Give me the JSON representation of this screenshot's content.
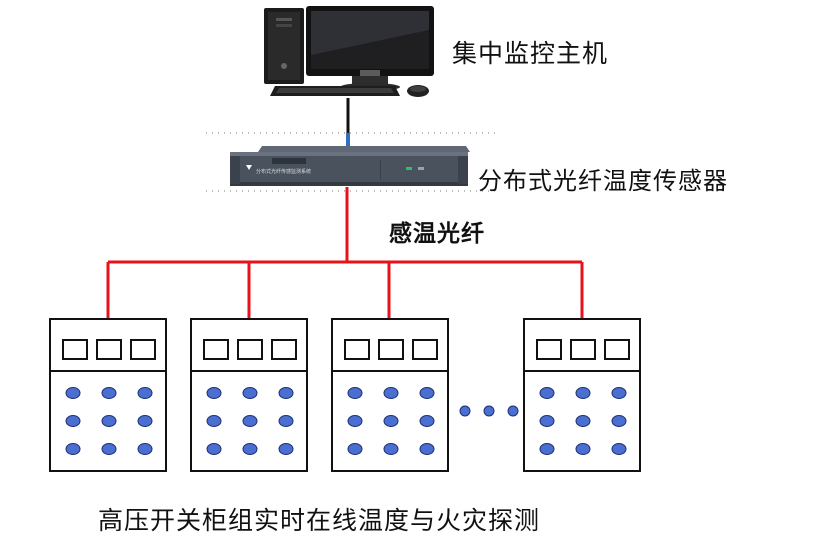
{
  "labels": {
    "host": "集中监控主机",
    "sensor": "分布式光纤温度传感器",
    "fiber": "感温光纤",
    "caption": "高压开关柜组实时在线温度与火灾探测"
  },
  "device": {
    "panel_text": "分布式光纤传感监测系统"
  },
  "cabinets": [
    {
      "id": 1
    },
    {
      "id": 2
    },
    {
      "id": 3
    },
    {
      "id": 4
    }
  ],
  "colors": {
    "fiber": "#e8131a",
    "cabinet_stroke": "#111111",
    "knob_fill": "#4a6fd1",
    "knob_stroke": "#1c2f73",
    "ellipsis_dots": "#4a6fd1",
    "link_blue": "#2f6fc4"
  },
  "icons": [
    "desktop-computer-icon",
    "rack-server-icon",
    "switchgear-cabinet-icon"
  ]
}
